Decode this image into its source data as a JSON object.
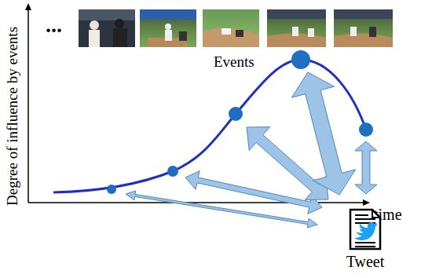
{
  "diagram": {
    "nodes": [
      {
        "text": [
          "Tweet"
        ]
      }
    ],
    "labels": [
      "...",
      "Events",
      "time",
      "Degree of influence by events"
    ]
  }
}
